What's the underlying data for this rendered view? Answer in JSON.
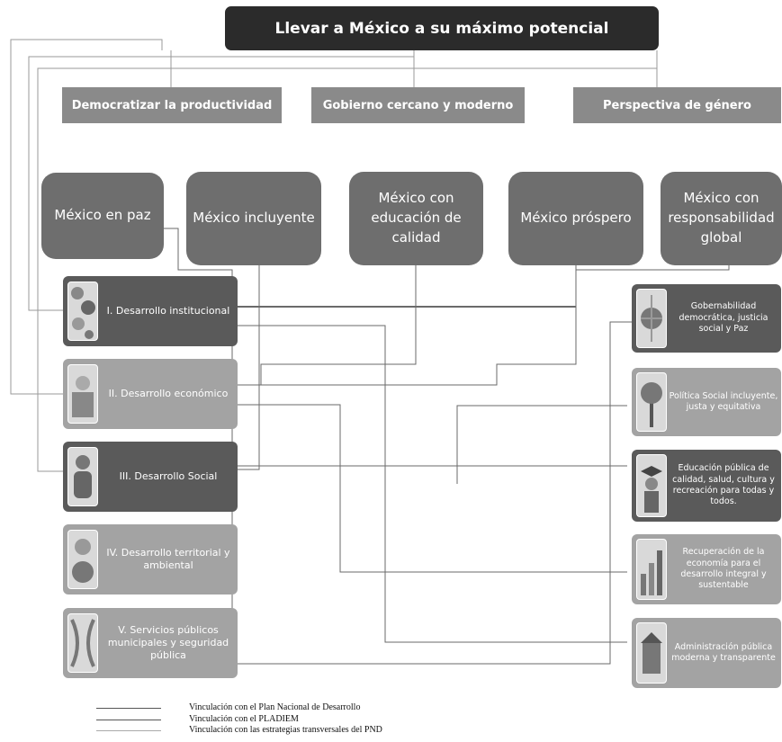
{
  "title": "Llevar a México a su máximo potencial",
  "strategies": [
    "Democratizar la productividad",
    "Gobierno cercano y moderno",
    "Perspectiva de género"
  ],
  "goals": [
    "México en paz",
    "México incluyente",
    "México con educación de calidad",
    "México próspero",
    "México con responsabilidad global"
  ],
  "ejes": [
    "I. Desarrollo institucional",
    "II. Desarrollo económico",
    "III. Desarrollo Social",
    "IV. Desarrollo territorial y ambiental",
    "V. Servicios públicos municipales y seguridad pública"
  ],
  "pilares": [
    "Gobernabilidad democrática, justicia social y Paz",
    "Política Social incluyente, justa y equitativa",
    "Educación pública de calidad, salud, cultura y recreación para todas y todos.",
    "Recuperación de la economía para el desarrollo integral y sustentable",
    "Administración pública moderna y transparente"
  ],
  "legend": [
    "Vinculación con el Plan Nacional de Desarrollo",
    "Vinculación con el PLADIEM",
    "Vinculación con las estrategias transversales del PND"
  ],
  "colors": {
    "title_bg": "#2b2b2b",
    "strategy_bg": "#8a8a8a",
    "goal_bg": "#6e6e6e",
    "dark_box": "#5a5a5a",
    "light_box": "#a3a3a3",
    "line": "#6a6a6a"
  }
}
